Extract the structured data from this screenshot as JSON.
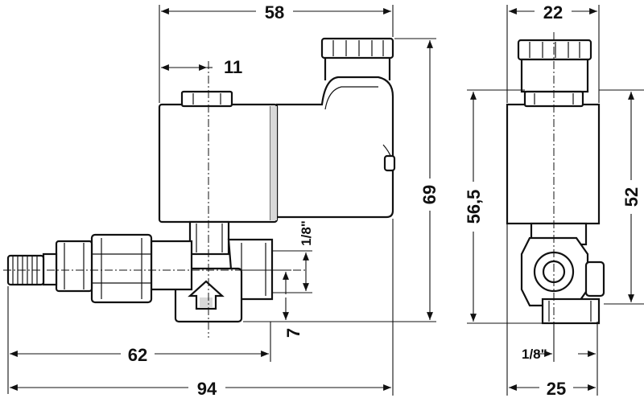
{
  "dimensions": {
    "d58": "58",
    "d11": "11",
    "d69": "69",
    "d1_8_top": "1/8\"",
    "d7": "7",
    "d62": "62",
    "d94": "94",
    "d22": "22",
    "d56_5": "56,5",
    "d52": "52",
    "d1_8_right": "1/8\"",
    "d25": "25"
  }
}
